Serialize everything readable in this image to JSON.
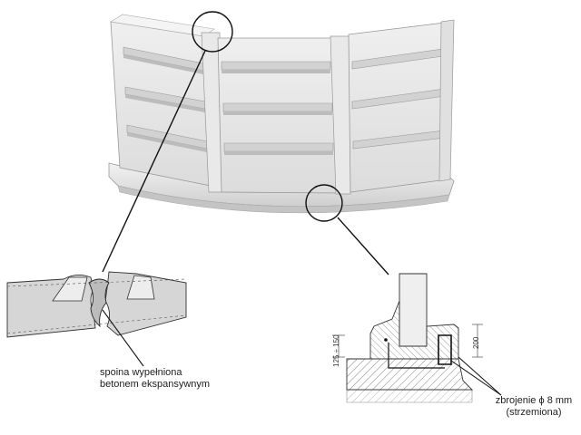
{
  "labels": {
    "joint_line1": "spoina wypełniona",
    "joint_line2": "betonem ekspansywnym",
    "rebar_line1": "zbrojenie ϕ 8 mm",
    "rebar_line2": "(strzemiona)"
  },
  "dimensions": {
    "curb_height": "125 ÷ 150",
    "wall_height": "200"
  },
  "colors": {
    "panel_face": "#e6e6e6",
    "panel_shadow": "#c8c8c8",
    "outline": "#333333"
  }
}
